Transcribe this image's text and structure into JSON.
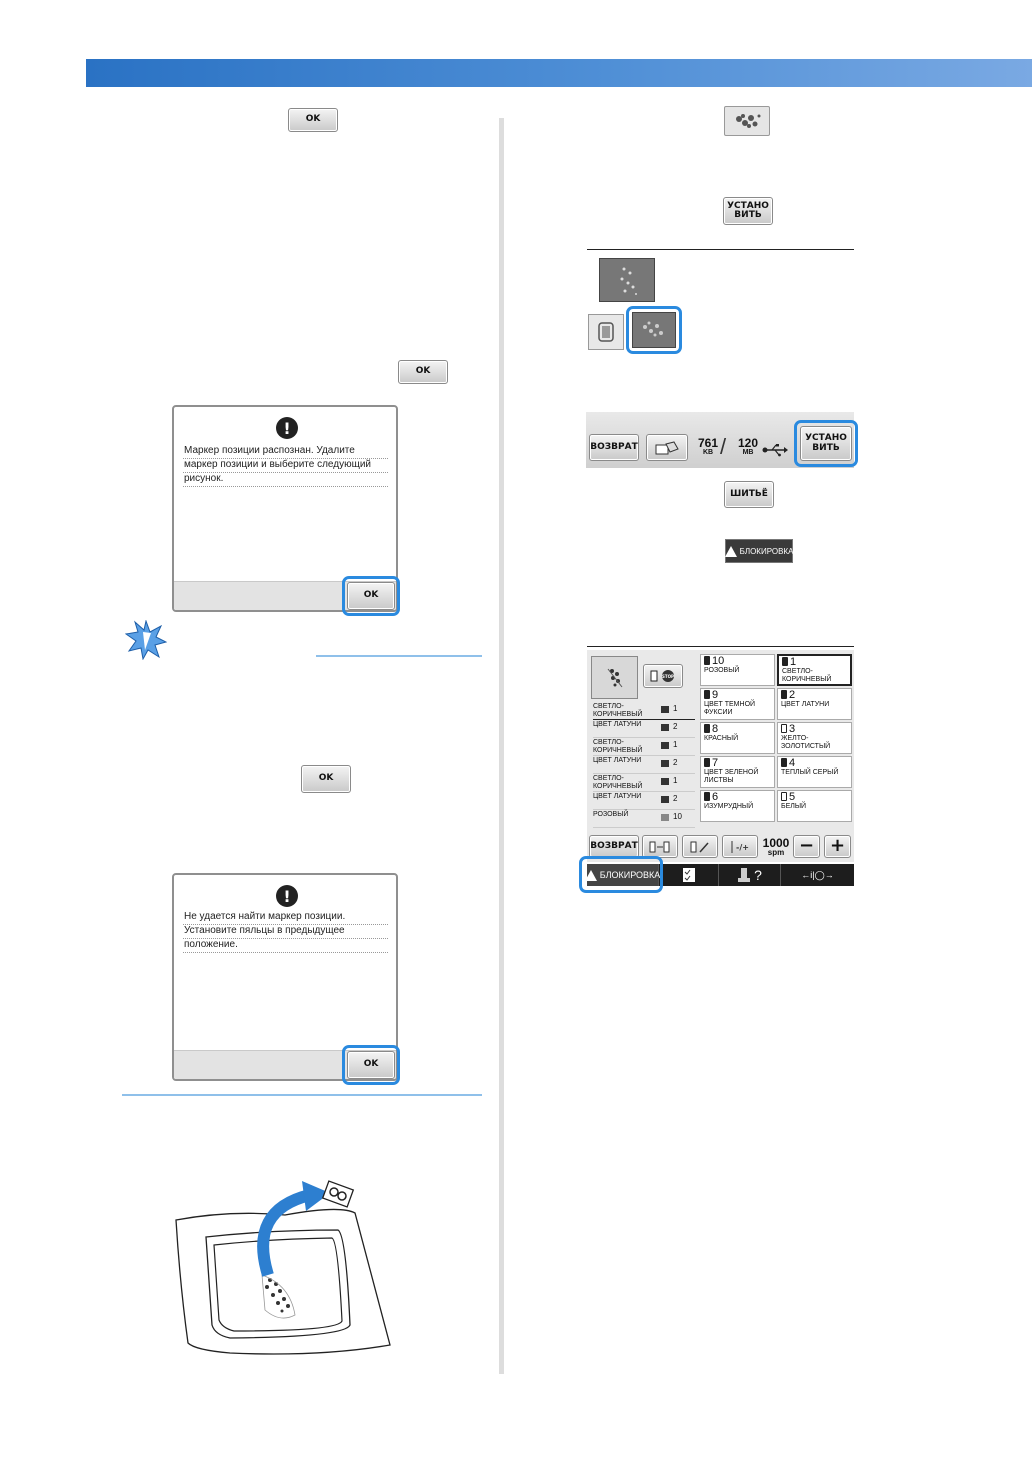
{
  "buttons": {
    "ok": "OK",
    "ustanovit": "УСТАНО\nВИТЬ",
    "shite": "ШИТЬЁ",
    "blokirovka": "БЛОКИРОВКА",
    "vozvrat": "ВОЗВРАТ"
  },
  "dialog1": {
    "lines": [
      "Маркер позиции распознан. Удалите",
      "маркер позиции и выберите следующий",
      "рисунок."
    ],
    "ok": "OK"
  },
  "dialog2": {
    "lines": [
      "Не удается найти маркер позиции.",
      "Установите пяльцы в предыдущее",
      "положение."
    ],
    "ok": "OK"
  },
  "memory_screen": {
    "back": "ВОЗВРАТ",
    "kb_value": "761",
    "kb_unit": "KB",
    "mb_value": "120",
    "mb_unit": "MB",
    "set": "УСТАНО\nВИТЬ"
  },
  "sewing_screen": {
    "left_rows": [
      {
        "label": "СВЕТЛО-\nКОРИЧНЕВЫЙ",
        "num": "1"
      },
      {
        "label": "ЦВЕТ ЛАТУНИ",
        "num": "2"
      },
      {
        "label": "СВЕТЛО-\nКОРИЧНЕВЫЙ",
        "num": "1"
      },
      {
        "label": "ЦВЕТ ЛАТУНИ",
        "num": "2"
      },
      {
        "label": "СВЕТЛО-\nКОРИЧНЕВЫЙ",
        "num": "1"
      },
      {
        "label": "ЦВЕТ ЛАТУНИ",
        "num": "2"
      },
      {
        "label": "РОЗОВЫЙ",
        "num": "10"
      }
    ],
    "spools": [
      {
        "num": "10",
        "name": "РОЗОВЫЙ"
      },
      {
        "num": "1",
        "name": "СВЕТЛО-\nКОРИЧНЕВЫЙ"
      },
      {
        "num": "9",
        "name": "ЦВЕТ ТЕМНОЙ\nФУКСИИ"
      },
      {
        "num": "2",
        "name": "ЦВЕТ ЛАТУНИ"
      },
      {
        "num": "8",
        "name": "КРАСНЫЙ"
      },
      {
        "num": "3",
        "name": "ЖЕЛТО-\nЗОЛОТИСТЫЙ"
      },
      {
        "num": "7",
        "name": "ЦВЕТ ЗЕЛЕНОЙ\nЛИСТВЫ"
      },
      {
        "num": "4",
        "name": "ТЕПЛЫЙ СЕРЫЙ"
      },
      {
        "num": "6",
        "name": "ИЗУМРУДНЫЙ"
      },
      {
        "num": "5",
        "name": "БЕЛЫЙ"
      }
    ],
    "back": "ВОЗВРАТ",
    "speed": "1000",
    "speed_unit": "spm",
    "minus": "−",
    "plus": "+",
    "tab_lock": "БЛОКИРОВКА",
    "tab_help": "?",
    "tab_hoop": "←i|◯→"
  }
}
